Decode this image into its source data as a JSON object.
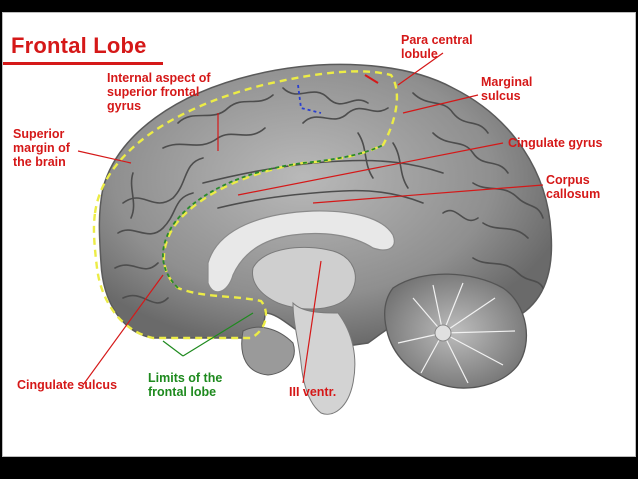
{
  "title": "Frontal Lobe",
  "labels": {
    "para_central_lobule": "Para central\nlobule",
    "internal_aspect": "Internal aspect of\nsuperior frontal\ngyrus",
    "marginal_sulcus": "Marginal\nsulcus",
    "superior_margin": "Superior\nmargin of\nthe brain",
    "cingulate_gyrus": "Cingulate gyrus",
    "corpus_callosum": "Corpus\ncallosum",
    "cingulate_sulcus": "Cingulate sulcus",
    "limits_frontal_lobe": "Limits of the\nfrontal lobe",
    "iii_ventr": "III ventr."
  },
  "colors": {
    "label_red": "#d51818",
    "label_green": "#1e8a1e",
    "outline_yellow": "#e8e84a",
    "outline_green": "#2a8a2a",
    "background": "#000000"
  }
}
